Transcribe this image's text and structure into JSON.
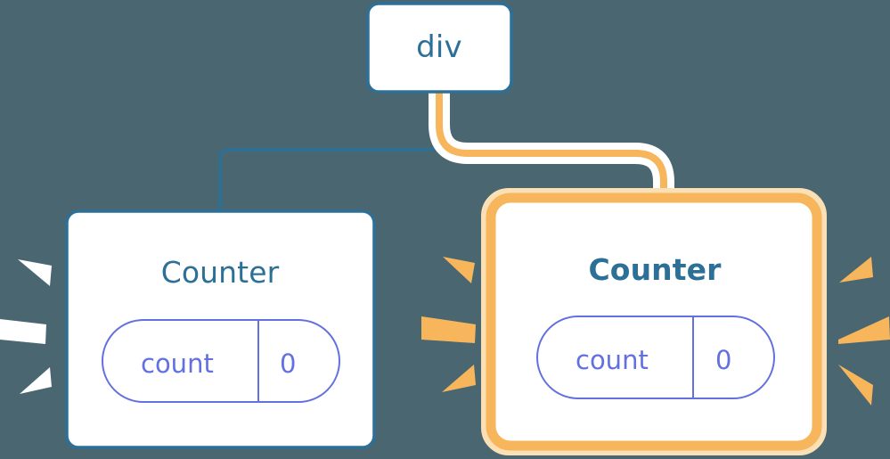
{
  "diagram": {
    "title": "React component tree re-render highlight",
    "background_color": "#4a6670",
    "colors": {
      "node_border_blue": "#2d7097",
      "node_fill": "#ffffff",
      "text_blue": "#2d7097",
      "pill_purple": "#6370e0",
      "highlight_orange": "#f7b55c",
      "highlight_orange_halo": "#fae0b4",
      "edge_blue": "#2d7097",
      "edge_white_halo": "#ffffff",
      "spark_white": "#ffffff",
      "spark_orange": "#f7b55c"
    },
    "nodes": [
      {
        "id": "div",
        "label": "div",
        "type": "element-node",
        "highlighted": false,
        "bold": false
      },
      {
        "id": "counter-left",
        "label": "Counter",
        "type": "component-node",
        "highlighted": false,
        "bold": false,
        "state": {
          "key": "count",
          "value": "0"
        },
        "spark_color": "spark_white"
      },
      {
        "id": "counter-right",
        "label": "Counter",
        "type": "component-node",
        "highlighted": true,
        "bold": true,
        "state": {
          "key": "count",
          "value": "0"
        },
        "spark_color": "spark_orange"
      }
    ],
    "edges": [
      {
        "id": "edge-div-to-counter-left",
        "from": "div",
        "to": "counter-left",
        "style": "thin-blue",
        "highlighted": false
      },
      {
        "id": "edge-div-to-counter-right",
        "from": "div",
        "to": "counter-right",
        "style": "thick-orange",
        "highlighted": true
      }
    ]
  }
}
